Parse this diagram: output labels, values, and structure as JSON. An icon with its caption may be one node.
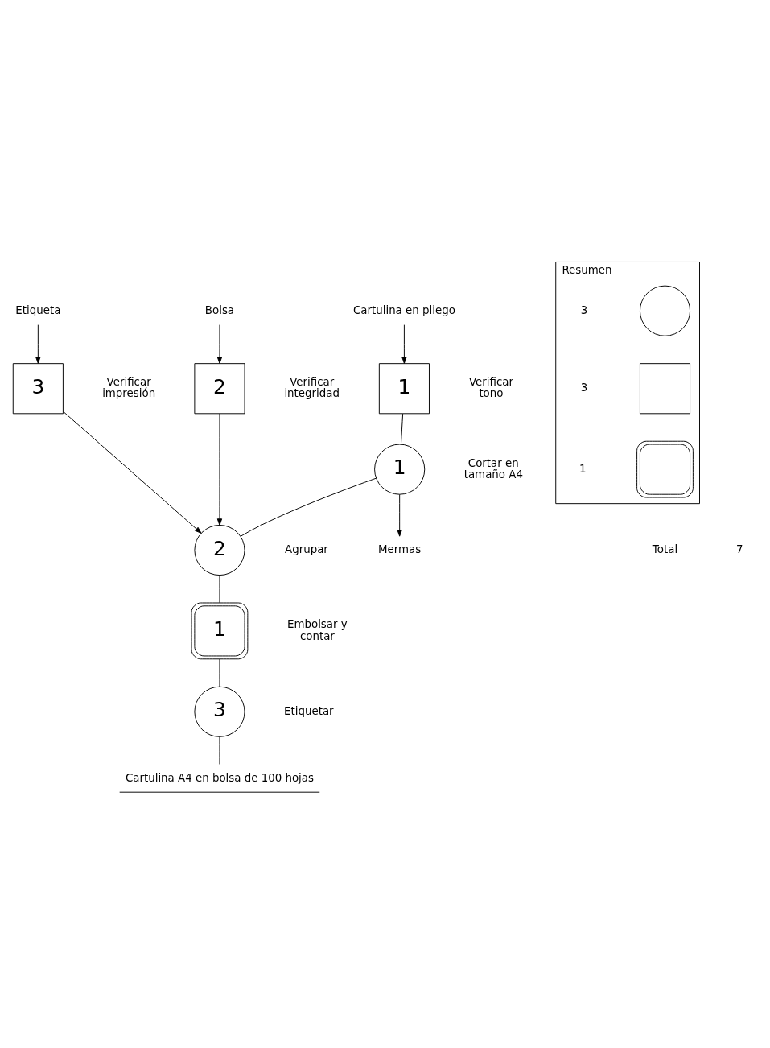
{
  "diagram": {
    "nodes": [
      {
        "text": [
          "Etiqueta"
        ]
      },
      {
        "text": [
          "Bolsa"
        ]
      },
      {
        "text": [
          "Cartulina en pliego"
        ]
      },
      {
        "text": [
          "3"
        ],
        "beside": [
          "Verificar impresión"
        ]
      },
      {
        "text": [
          "2"
        ],
        "beside": [
          "Verificar integridad"
        ]
      },
      {
        "text": [
          "1"
        ],
        "beside": [
          "Verificar tono"
        ]
      },
      {
        "text": [
          "1"
        ],
        "beside": [
          "Cortar en tamaño A4"
        ]
      },
      {
        "text": [
          "Mermas"
        ]
      },
      {
        "text": [
          "2"
        ],
        "beside": [
          "Agrupar"
        ]
      },
      {
        "text": [
          "1"
        ],
        "beside": [
          "Embolsar y contar"
        ]
      },
      {
        "text": [
          "3"
        ],
        "beside": [
          "Etiquetar"
        ]
      },
      {
        "text": [
          "Cartulina A4 en bolsa de 100 hojas"
        ]
      },
      {
        "text": [
          "Resumen"
        ]
      },
      {
        "text": [],
        "shape": "circle",
        "in": 12
      },
      {
        "text": [],
        "shape": "box",
        "in": 12
      },
      {
        "text": [],
        "shape": "box",
        "in": 12
      }
    ],
    "edges": [
      {
        "from": 0,
        "to": 3,
        "arrow": "to"
      },
      {
        "from": 1,
        "to": 4,
        "arrow": "to"
      },
      {
        "from": 2,
        "to": 5,
        "arrow": "to"
      },
      {
        "from": 5,
        "to": 6,
        "arrow": "none"
      },
      {
        "from": 4,
        "to": 8,
        "arrow": "to"
      },
      {
        "from": 3,
        "to": 8,
        "arrow": "to"
      },
      {
        "from": 6,
        "to": 8,
        "arrow": "none"
      },
      {
        "from": 6,
        "to": 7,
        "arrow": "to"
      },
      {
        "from": 8,
        "to": 9,
        "arrow": "none"
      },
      {
        "from": 9,
        "to": 10,
        "arrow": "none"
      },
      {
        "from": 10,
        "to": 11,
        "arrow": "none"
      }
    ],
    "labels": [
      "3",
      "3",
      "1",
      "Total",
      "7"
    ]
  }
}
